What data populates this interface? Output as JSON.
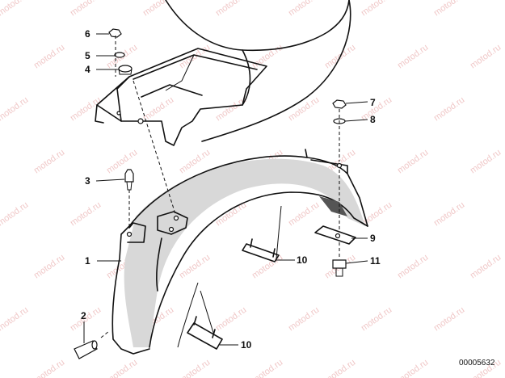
{
  "diagram": {
    "reference_number": "00005632",
    "watermark_text": "motod.ru",
    "callouts": [
      {
        "id": "c6",
        "label": "6"
      },
      {
        "id": "c5",
        "label": "5"
      },
      {
        "id": "c4",
        "label": "4"
      },
      {
        "id": "c3",
        "label": "3"
      },
      {
        "id": "c7",
        "label": "7"
      },
      {
        "id": "c8",
        "label": "8"
      },
      {
        "id": "c1",
        "label": "1"
      },
      {
        "id": "c9",
        "label": "9"
      },
      {
        "id": "c10a",
        "label": "10"
      },
      {
        "id": "c11",
        "label": "11"
      },
      {
        "id": "c2",
        "label": "2"
      },
      {
        "id": "c10b",
        "label": "10"
      }
    ]
  }
}
